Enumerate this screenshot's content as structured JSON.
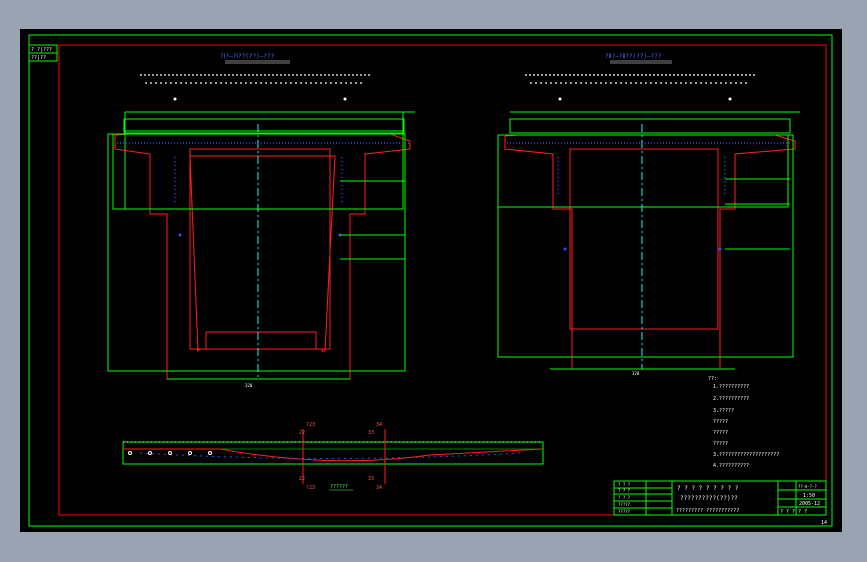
{
  "colors": {
    "background": "#99a3b2",
    "canvas": "#000000",
    "frame": "#00ff00",
    "border": "#ff0000",
    "concrete": "#ff2020",
    "dims": "#00ff00",
    "rebar": "#2f4bff",
    "centerline": "#00ffff",
    "text": "#ffffff"
  },
  "corner_block": {
    "row1": "? ?|???",
    "row2": "??|??"
  },
  "sections": {
    "left_title": "?Ⅰ?—?Ⅰ??(??)—???",
    "right_title": "?Ⅱ?—?Ⅱ??(??)—???",
    "bottom_width_left": "320",
    "bottom_width_right": "320"
  },
  "tendon_labels": {
    "top_left": "22",
    "top_left_2": "?23",
    "top_right": "33",
    "top_right_2": "34",
    "bottom_left": "22",
    "bottom_left_2": "?23",
    "bottom_right": "33",
    "bottom_right_2": "34",
    "center_note": "??????"
  },
  "notes": {
    "heading": "??:",
    "lines": [
      "1.??????????",
      "2.??????????",
      "3.?????",
      "  ?????",
      "  ?????",
      "  ?????",
      "3.????????????????????",
      "4.??????????"
    ]
  },
  "title_block": {
    "left_rows": [
      "? ? ?",
      "? ? ?",
      "? ? ?",
      "?????",
      "?????"
    ],
    "main_row1": "? ? ? ? ? ? ? ? ?",
    "main_row2": "??????????(??)??",
    "main_row3": "?????????  ???????????",
    "drawing_no": "??-Ⅱ-?-?",
    "scale": "1:50",
    "date": "2005-12",
    "sheet": "? ? ? ? ?",
    "page": "14"
  }
}
